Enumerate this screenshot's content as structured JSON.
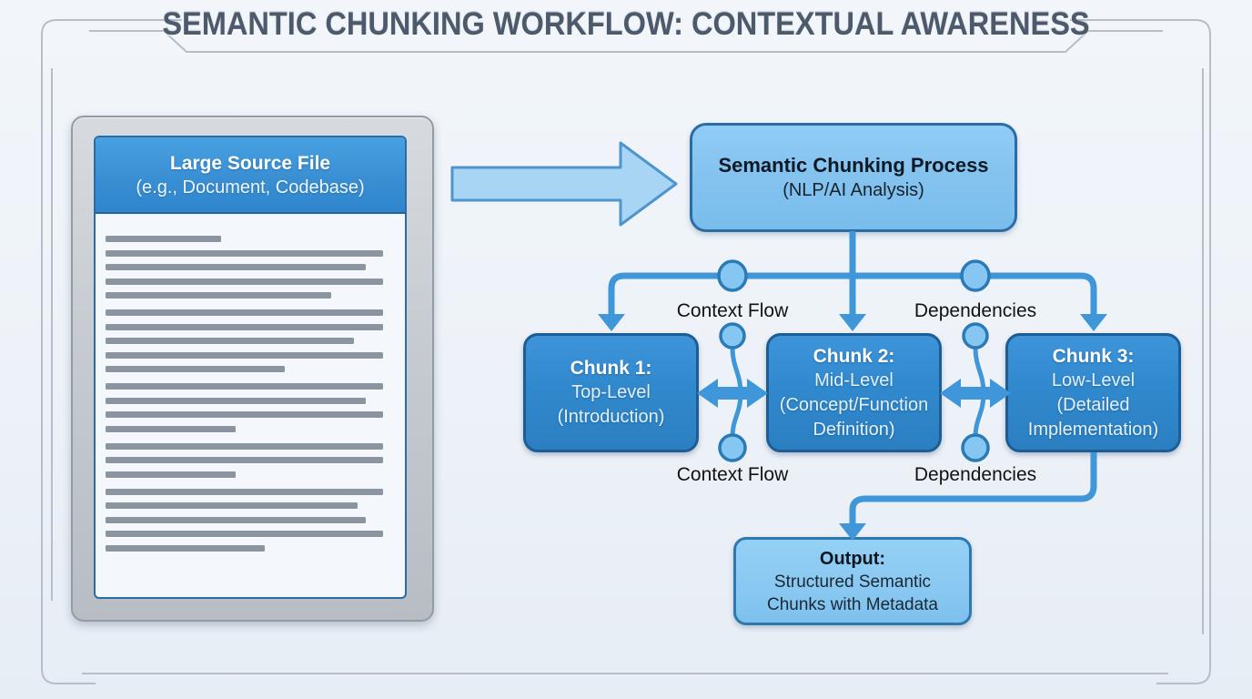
{
  "title": "SEMANTIC CHUNKING WORKFLOW: CONTEXTUAL AWARENESS",
  "source_file": {
    "title": "Large Source File",
    "subtitle": "(e.g., Document, Codebase)",
    "text_line_widths_pct": [
      [
        40,
        96,
        90,
        96,
        78
      ],
      [
        96,
        96,
        86,
        96,
        62
      ],
      [
        96,
        90,
        96,
        45
      ],
      [
        96,
        96,
        45
      ],
      [
        96,
        87,
        90,
        96,
        55
      ]
    ]
  },
  "process": {
    "title": "Semantic Chunking Process",
    "subtitle": "(NLP/AI Analysis)"
  },
  "flow_labels": {
    "context_flow_top": "Context Flow",
    "dependencies_top": "Dependencies",
    "context_flow_bottom": "Context Flow",
    "dependencies_bottom": "Dependencies"
  },
  "chunks": [
    {
      "title": "Chunk 1:",
      "lines": [
        "Top-Level",
        "(Introduction)"
      ]
    },
    {
      "title": "Chunk 2:",
      "lines": [
        "Mid-Level",
        "(Concept/Function",
        "Definition)"
      ]
    },
    {
      "title": "Chunk 3:",
      "lines": [
        "Low-Level",
        "(Detailed",
        "Implementation)"
      ]
    }
  ],
  "output": {
    "title": "Output:",
    "lines": [
      "Structured Semantic",
      "Chunks with Metadata"
    ]
  },
  "icons": {
    "input_arrow": "block-arrow-right",
    "branch_arrows": "arrow-down",
    "chunk_links": "arrow-left-right",
    "connector_nodes": "circle-node"
  },
  "colors": {
    "connector_blue": "#3f96d8",
    "node_circle_fill": "#85c6f2",
    "node_circle_border": "#2a7ab8",
    "chunk_fill": "#3189cd",
    "chunk_border": "#1d5d94",
    "process_fill": "#85c3ef",
    "process_border": "#2b6ca5",
    "output_fill": "#8ccaf2",
    "output_border": "#2e78ae",
    "doc_header_blue": "#3a8fd3",
    "doc_page_border": "#2a6ca6",
    "doc_frame_gray": "#c6cbd1",
    "text_bar_gray": "#8b95a2",
    "arrow_fill_light": "#a8d5f4",
    "arrow_border": "#4e95cd",
    "title_color": "#4c5a6c",
    "label_color": "#121212",
    "frame_line_gray": "#b7bec7",
    "background": "#edf2f8"
  }
}
